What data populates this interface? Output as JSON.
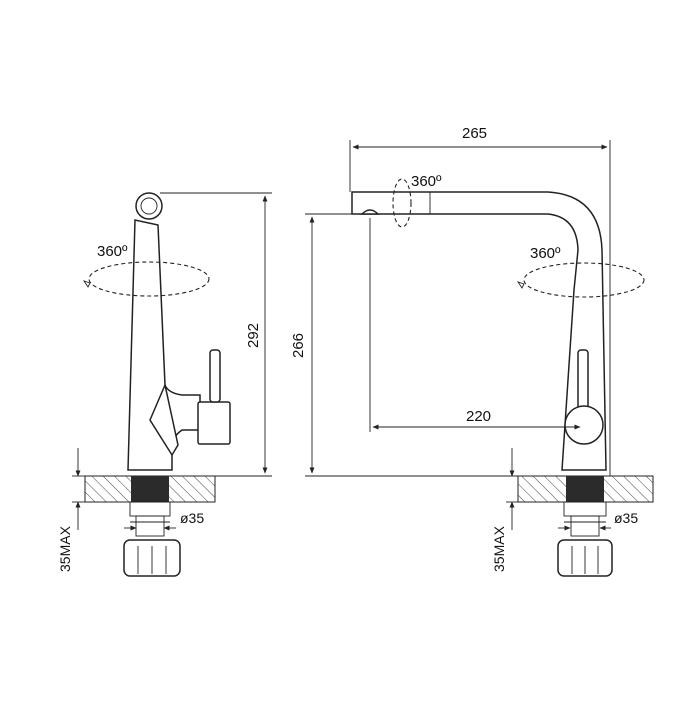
{
  "left_view": {
    "rotation_label": "360º",
    "height_label": "292",
    "mount_label": "35MAX",
    "diameter_label": "ø35"
  },
  "right_view": {
    "width_label": "265",
    "spout_rotation_label": "360º",
    "body_rotation_label": "360º",
    "height_label": "266",
    "reach_label": "220",
    "mount_label": "35MAX",
    "diameter_label": "ø35"
  },
  "colors": {
    "line": "#222222",
    "fill_dark": "#2b2b2b"
  }
}
